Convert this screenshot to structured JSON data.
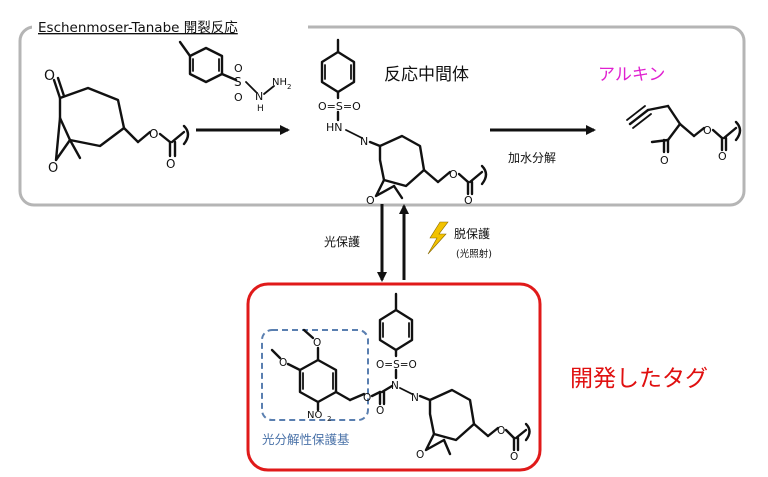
{
  "diagram": {
    "top_box_title": "Eschenmoser-Tanabe 開裂反応",
    "intermediate_label": "反応中間体",
    "alkyne_label": "アルキン",
    "hydrolysis_label": "加水分解",
    "photoprotection_label": "光保護",
    "deprotection_label": "脱保護",
    "deprotection_note": "(光照射)",
    "developed_tag_label": "開発したタグ",
    "photolabile_group_label": "光分解性保護基",
    "atoms": {
      "O": "O",
      "S": "S",
      "N": "N",
      "H": "H",
      "NH": "NH",
      "HN": "HN",
      "NH2": "NH",
      "sub2": "2",
      "NO2": "NO",
      "OSO_top": "O=S=O"
    },
    "colors": {
      "alkyne": "#e020d0",
      "tag_red": "#e01010",
      "tag_box": "#e01a1a",
      "pg_blue": "#4a72a8",
      "pg_box": "#5a7fb0",
      "bolt": "#f2c200",
      "box_gray": "#b5b5b5"
    }
  }
}
